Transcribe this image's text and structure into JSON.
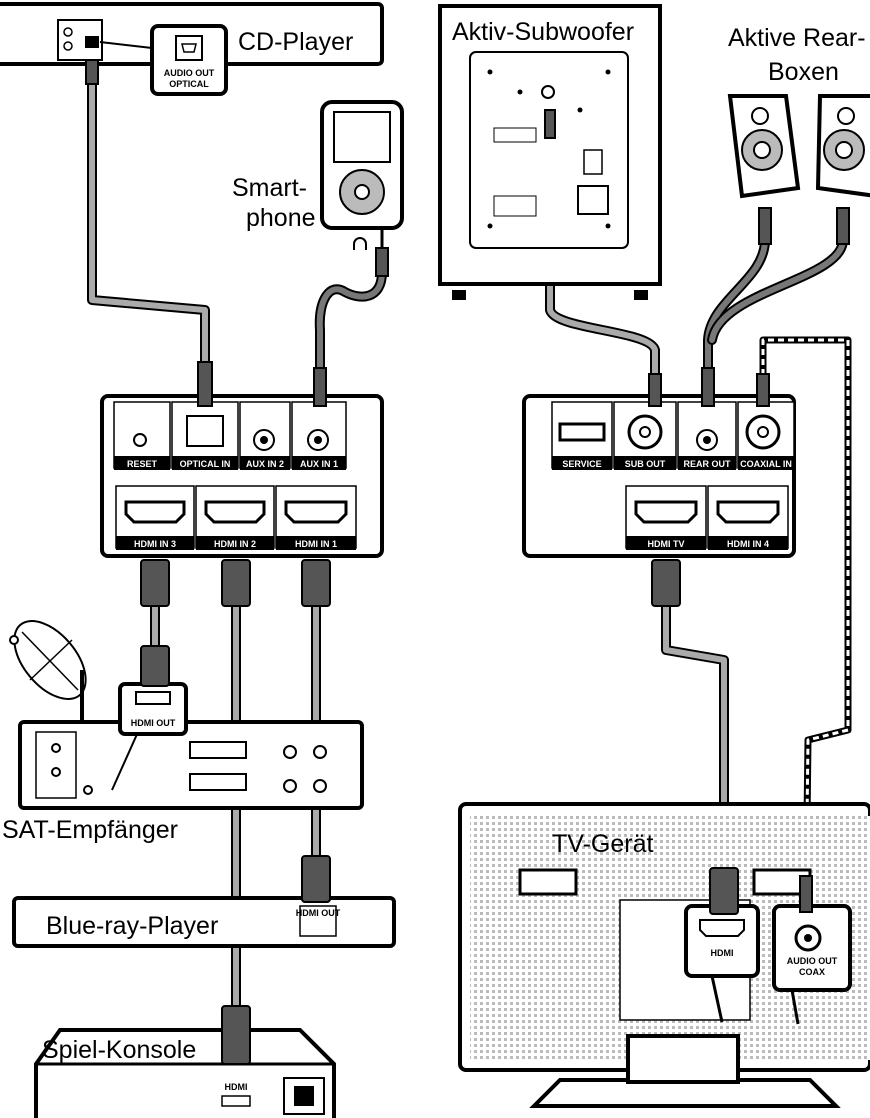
{
  "devices": {
    "cd_player": "CD-Player",
    "subwoofer": "Aktiv-Subwoofer",
    "rear_speakers": "Aktive Rear-\nBoxen",
    "rear_line1": "Aktive Rear-",
    "rear_line2": "Boxen",
    "smartphone_line1": "Smart-",
    "smartphone_line2": "phone",
    "sat_receiver": "SAT-Empfänger",
    "bluray": "Blue-ray-Player",
    "console": "Spiel-Konsole",
    "tv": "TV-Gerät"
  },
  "callouts": {
    "cd_audio_out_line1": "AUDIO OUT",
    "cd_audio_out_line2": "OPTICAL",
    "sat_hdmi_out": "HDMI OUT",
    "tv_hdmi": "HDMI",
    "tv_audio_out_line1": "AUDIO OUT",
    "tv_audio_out_line2": "COAX",
    "console_hdmi": "HDMI",
    "bluray_hdmi_out": "HDMI OUT"
  },
  "left_panel": {
    "ports_top": [
      "RESET",
      "OPTICAL IN",
      "AUX IN 2",
      "AUX IN 1"
    ],
    "ports_bottom": [
      "HDMI IN 3",
      "HDMI IN 2",
      "HDMI IN 1"
    ]
  },
  "right_panel": {
    "ports_top": [
      "SERVICE",
      "SUB OUT",
      "REAR OUT",
      "COAXIAL IN"
    ],
    "ports_bottom": [
      "HDMI TV",
      "HDMI IN 4"
    ]
  },
  "colors": {
    "plate": "#000000",
    "cable_light": "#aaaaaa",
    "cable_dark": "#777777",
    "hdmi_plug": "#555555"
  }
}
